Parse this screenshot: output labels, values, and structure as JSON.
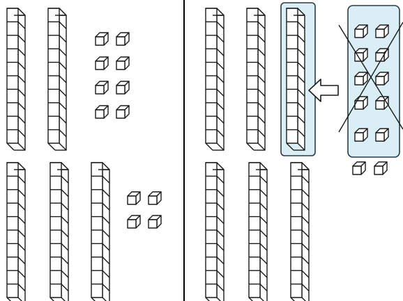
{
  "colors": {
    "stroke": "#1a1a1a",
    "cube_fill": "#ffffff",
    "highlight_fill": "#daeef5",
    "highlight_stroke": "#2a3a44",
    "divider": "#000000"
  },
  "icons": {
    "rod": "ten-rod-icon",
    "cube": "unit-cube-icon",
    "arrow": "left-arrow-icon",
    "cross": "cross-out-icon"
  },
  "left_panel": {
    "top_row": {
      "tens": 2,
      "ones": 8
    },
    "bottom_row": {
      "tens": 3,
      "ones": 4
    }
  },
  "right_panel": {
    "top_row": {
      "tens": 2,
      "new_ten_highlighted": true,
      "regrouped_ones": 10,
      "ones_crossed_out": true,
      "remaining_ones": 2
    },
    "bottom_row": {
      "tens": 3
    }
  }
}
